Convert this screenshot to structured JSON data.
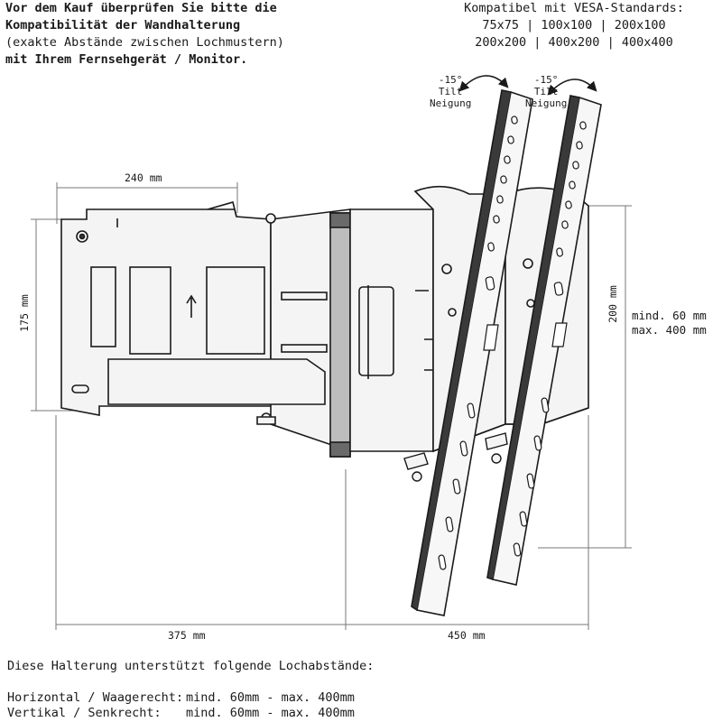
{
  "notice": {
    "line1": "Vor dem Kauf überprüfen Sie bitte die",
    "line2": "Kompatibilität der Wandhalterung",
    "line3": "(exakte Abstände zwischen Lochmustern)",
    "line4": "mit Ihrem Fernsehgerät / Monitor."
  },
  "vesa": {
    "title": "Kompatibel mit VESA-Standards:",
    "row1": "75x75 | 100x100 | 200x100",
    "row2": "200x200 | 400x200 | 400x400"
  },
  "tilt": {
    "left": {
      "angle": "-15°",
      "en": "Tilt",
      "de": "Neigung"
    },
    "right": {
      "angle": "-15°",
      "en": "Tilt",
      "de": "Neigung"
    }
  },
  "dimensions": {
    "top_width": "240 mm",
    "left_height": "175 mm",
    "plate_height": "200 mm",
    "bottom_left": "375 mm",
    "bottom_right": "450 mm",
    "range_min": "mind. 60 mm",
    "range_max": "max. 400 mm"
  },
  "footer": {
    "heading": "Diese Halterung unterstützt folgende Lochabstände:",
    "horizontal_label": "Horizontal / Waagerecht:",
    "horizontal_value": "mind. 60mm - max. 400mm",
    "vertical_label": "Vertikal / Senkrecht:",
    "vertical_value": "mind. 60mm - max. 400mm"
  },
  "colors": {
    "line": "#1a1a1a",
    "dimension": "#777777",
    "metal": "#f4f4f4",
    "shade": "#3a3a3a"
  }
}
